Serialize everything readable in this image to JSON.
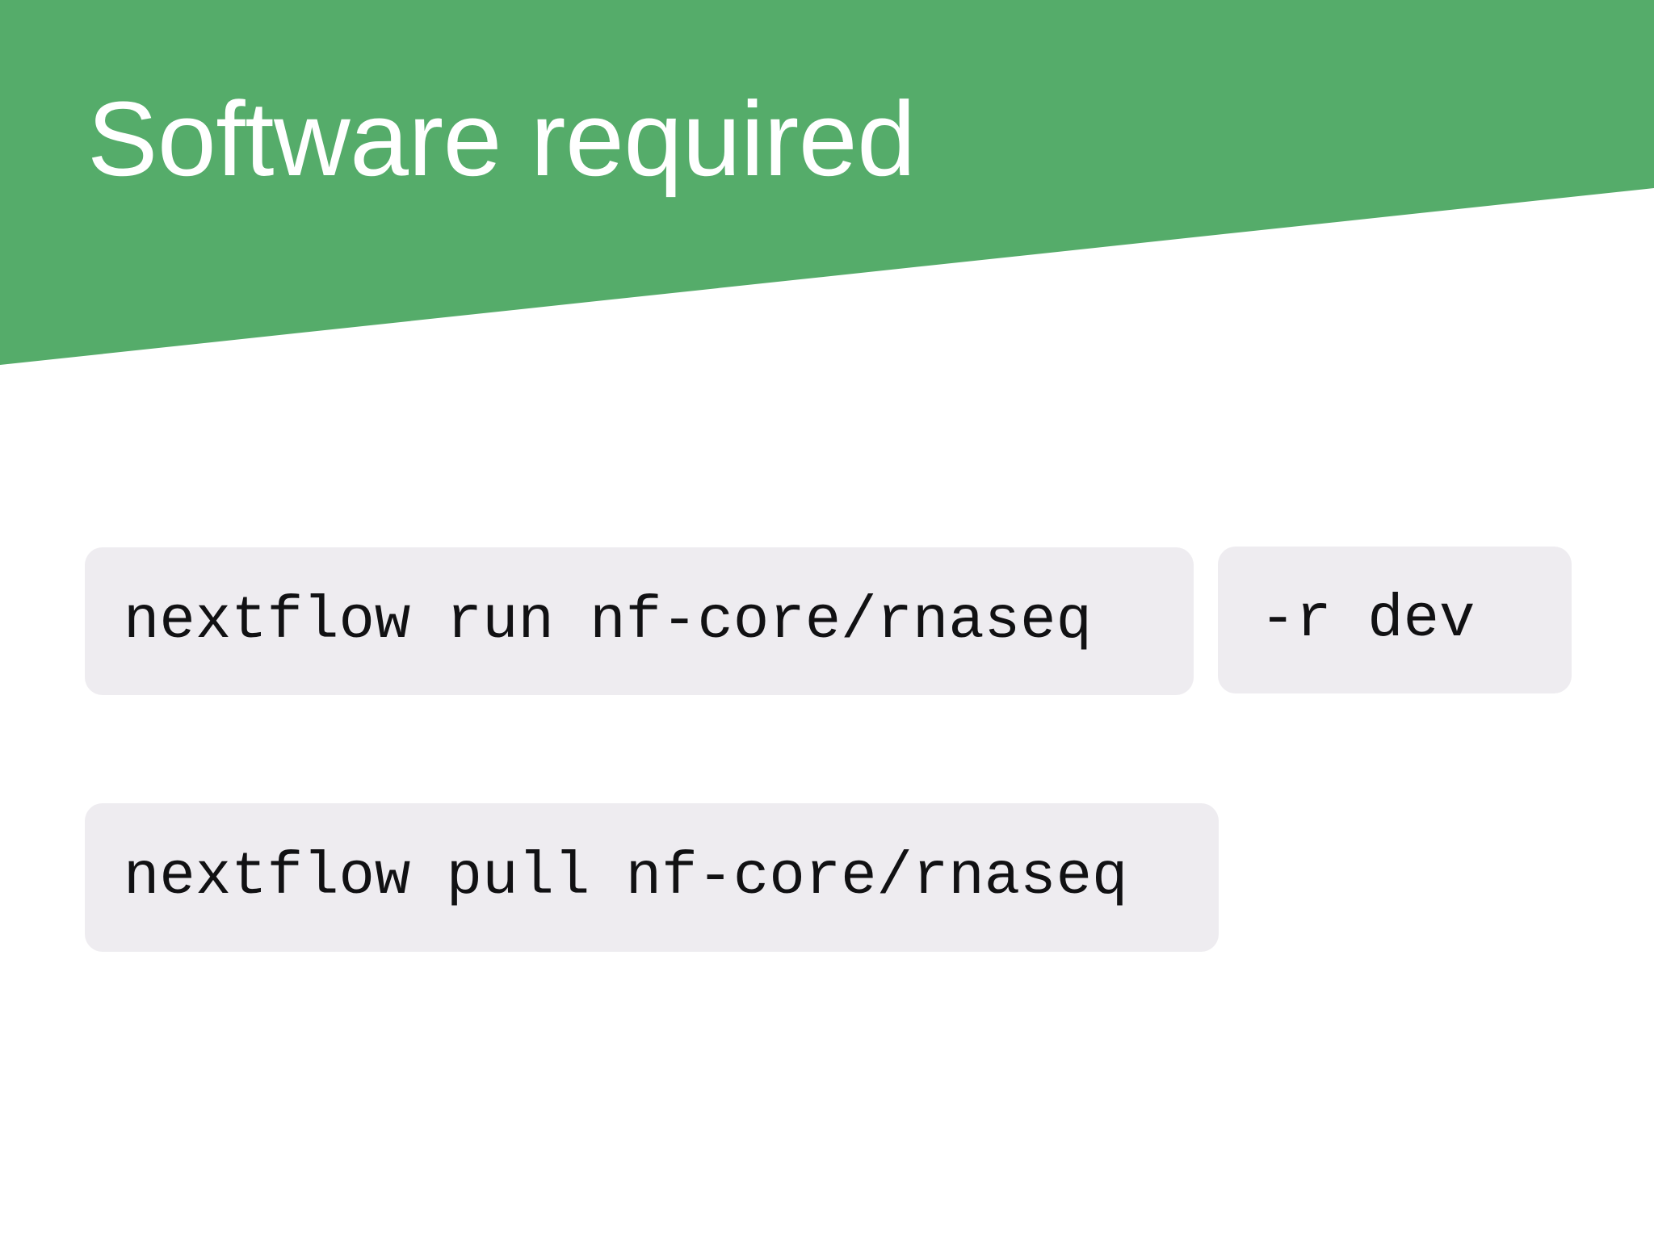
{
  "slide": {
    "title": "Software required",
    "background_color": "#ffffff",
    "banner_color": "#55ac6a",
    "title_color": "#ffffff",
    "chip_background_color": "#eeecf0",
    "chip_text_color": "#111113"
  },
  "commands": [
    {
      "id": "run-command",
      "text": "nextflow run nf-core/rnaseq"
    },
    {
      "id": "revision-flag",
      "text": "-r dev"
    },
    {
      "id": "pull-command",
      "text": "nextflow pull nf-core/rnaseq"
    }
  ]
}
